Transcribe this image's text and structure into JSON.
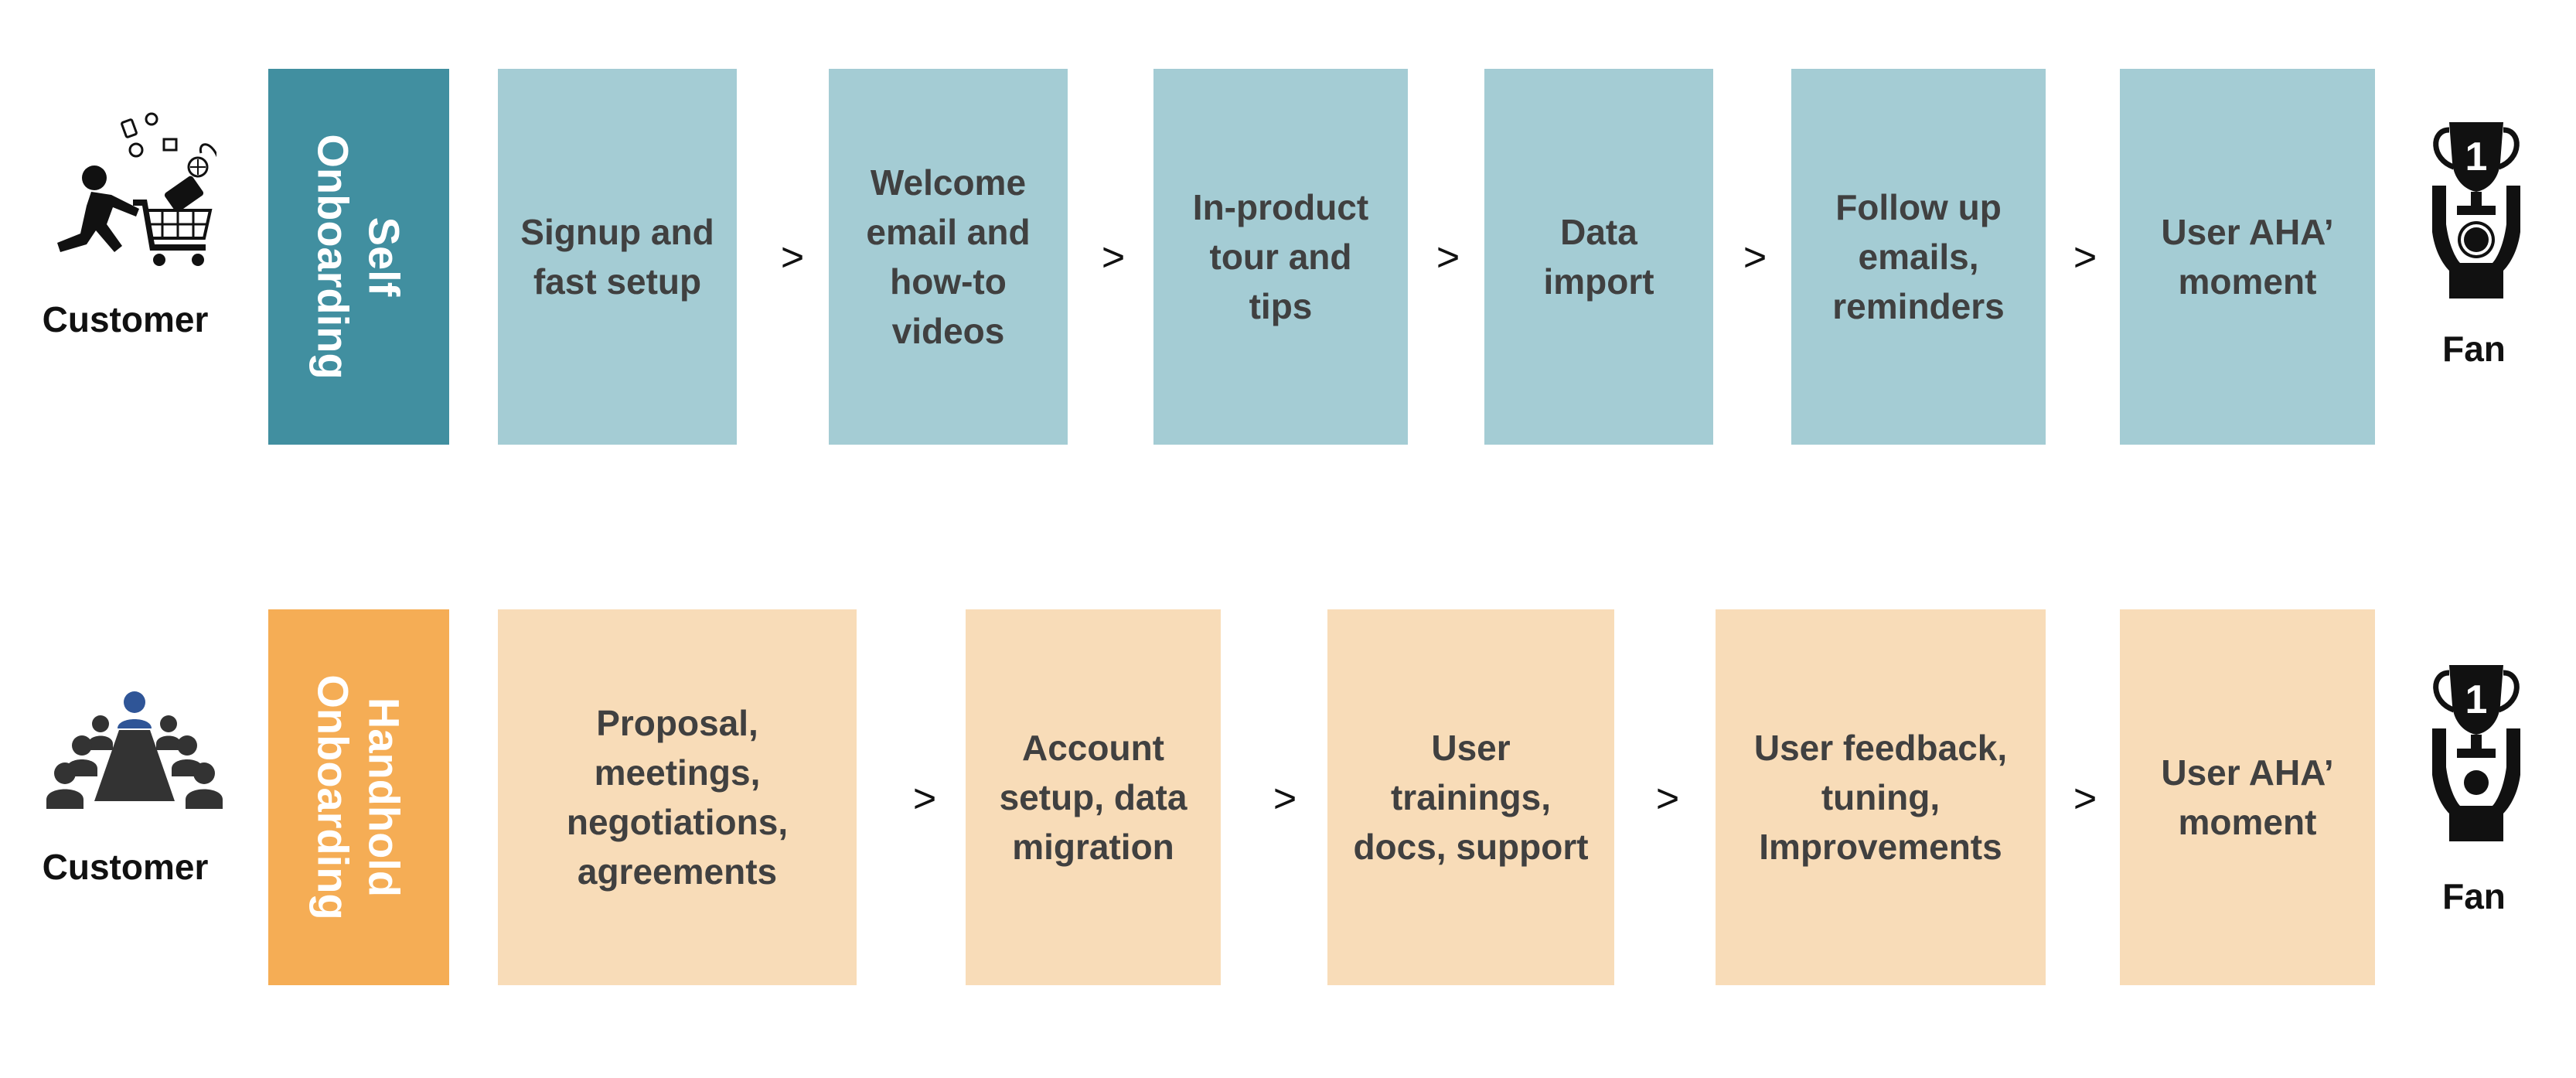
{
  "colors": {
    "self_lane": "#418fa0",
    "self_step": "#a4ccd4",
    "handhold_lane": "#f5ad55",
    "handhold_step": "#f8dcb8",
    "step_text": "#404040"
  },
  "self_row": {
    "actor_icon": "shopping-cart-customer-icon",
    "actor_label": "Customer",
    "lane_label": "Self\nOnboarding",
    "separator": ">",
    "steps": [
      {
        "label": "Signup and\nfast setup"
      },
      {
        "label": "Welcome\nemail and\nhow-to\nvideos"
      },
      {
        "label": "In-product\ntour and\ntips"
      },
      {
        "label": "Data\nimport"
      },
      {
        "label": "Follow up\nemails,\nreminders"
      },
      {
        "label": "User AHA’\nmoment"
      }
    ],
    "trophy_icon": "trophy-fan-icon",
    "trophy_number": "1",
    "fan_label": "Fan"
  },
  "handhold_row": {
    "actor_icon": "meeting-table-customer-icon",
    "actor_label": "Customer",
    "lane_label": "Handhold\nOnboarding",
    "separator": ">",
    "steps": [
      {
        "label": "Proposal,\nmeetings,\nnegotiations,\nagreements"
      },
      {
        "label": "Account\nsetup, data\nmigration"
      },
      {
        "label": "User\ntrainings,\ndocs, support"
      },
      {
        "label": "User feedback,\ntuning,\nImprovements"
      },
      {
        "label": "User AHA’\nmoment"
      }
    ],
    "trophy_icon": "trophy-fan-icon",
    "trophy_number": "1",
    "fan_label": "Fan"
  }
}
